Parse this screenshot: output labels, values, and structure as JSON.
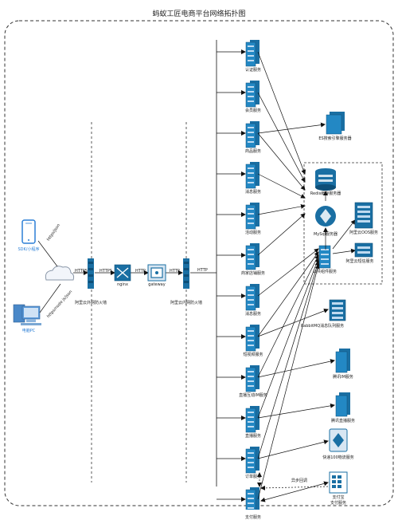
{
  "title": "蚂蚁工匠电商平台网络拓扑图",
  "clients": {
    "sdk": "SDK/小程序",
    "pc": "电脑PC",
    "sdk_link": "https/json",
    "pc_link": "https/node js/json"
  },
  "gateway_chain": {
    "outer_firewall": "阿里云外网防火墙",
    "nginx": "nginx",
    "gateway": "gateway",
    "inner_firewall": "阿里云内网防火墙",
    "https_1": "HTTPS",
    "https_2": "HTTPS",
    "http_1": "HTTP",
    "http_2": "HTTP",
    "http_3": "HTTP"
  },
  "services": [
    "认证服务",
    "会员服务",
    "商品服务",
    "消息服务",
    "活动服务",
    "商家店铺服务",
    "消息服务",
    "短视频服务",
    "直播互动IM服务",
    "直播服务",
    "订单服务",
    "支付服务"
  ],
  "middleware": {
    "redis": "Redis缓存服务器",
    "mysql": "MySql服务器",
    "oos": "阿里云OOS服务",
    "sms": "阿里云短信服务",
    "common": "公共组件服务"
  },
  "external": {
    "es": "ES搜索引擎服务器",
    "rabbitmq": "RabbitMQ消息队列服务",
    "tencent_im": "腾讯IM服务",
    "tencent_live": "腾讯直播服务",
    "kuaidi100": "快递100物流服务",
    "alipay_line1": "支付宝",
    "alipay_line2": "支付服务"
  },
  "edges": {
    "async_callback": "异步回调"
  }
}
